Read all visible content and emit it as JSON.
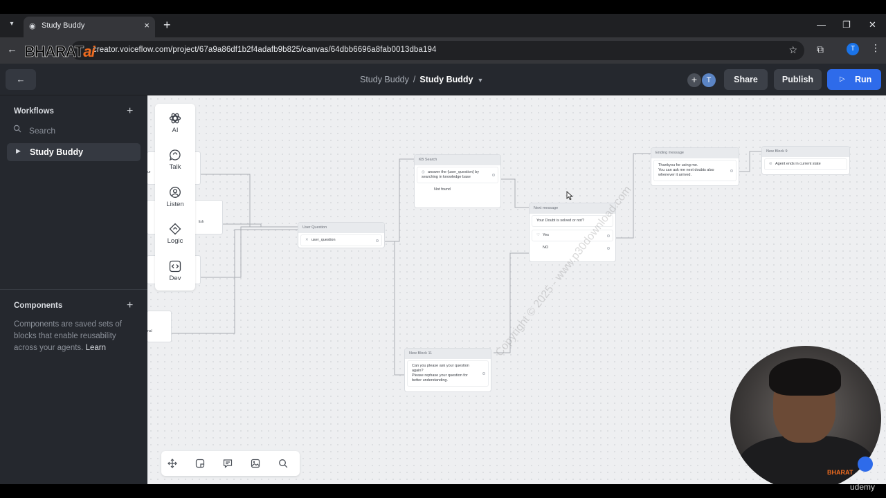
{
  "browser": {
    "tab_title": "Study Buddy",
    "url": "creator.voiceflow.com/project/67a9a86df1b2f4adafb9b825/canvas/64dbb6696a8fab0013dba194",
    "profile_initial": "T",
    "overlay_logo": {
      "main": "BHARAT",
      "accent": "ai"
    }
  },
  "header": {
    "breadcrumb_parent": "Study Buddy",
    "breadcrumb_separator": "/",
    "breadcrumb_current": "Study Buddy",
    "avatar_initial": "T",
    "share_label": "Share",
    "publish_label": "Publish",
    "run_label": "Run"
  },
  "sidebar": {
    "workflows_title": "Workflows",
    "search_placeholder": "Search",
    "items": [
      {
        "label": "Study Buddy"
      }
    ],
    "components_title": "Components",
    "components_desc": "Components are saved sets of blocks that enable reusability across your agents.",
    "learn_label": "Learn"
  },
  "step_menu": [
    {
      "label": "AI",
      "icon": "openai-icon"
    },
    {
      "label": "Talk",
      "icon": "chat-bubble-icon"
    },
    {
      "label": "Listen",
      "icon": "user-circle-icon"
    },
    {
      "label": "Logic",
      "icon": "diamond-icon"
    },
    {
      "label": "Dev",
      "icon": "code-icon"
    }
  ],
  "canvas": {
    "blocks": {
      "user_question": {
        "title": "User Question",
        "step": "user_question"
      },
      "kb_search": {
        "title": "KB Search",
        "step": "answer the {user_question} by searching in knowledge base",
        "not_found": "Not found"
      },
      "next_message": {
        "title": "Next message",
        "text": "Your Doubt is solved or not?",
        "yes": "Yes",
        "no": "NO"
      },
      "ending_message": {
        "title": "Ending message",
        "line1": "Thankyou for using me.",
        "line2": "You can ask me next doubts also whenever it arrived."
      },
      "new_block_9": {
        "title": "New Block 9",
        "step": "Agent ends in current state"
      },
      "new_block_11": {
        "title": "New Block 11",
        "line1": "Can you please ask your question again?",
        "line2": "Please rephase your question for better understanding."
      }
    },
    "partial_texts": {
      "a": "ur",
      "b": "lish",
      "c": "nal"
    },
    "watermark": "Copyright © 2025 - www.p30download.com"
  },
  "bottom_toolbar": [
    "move-icon",
    "block-icon",
    "note-icon",
    "image-icon",
    "search-icon"
  ],
  "webcam": {
    "brand": "BHARAT"
  },
  "footer": {
    "watermark": "udemy"
  },
  "colors": {
    "accent": "#2e6bea",
    "sidebar_bg": "#25282e",
    "canvas_bg": "#eeeff1",
    "brand_orange": "#ef6b1f"
  }
}
